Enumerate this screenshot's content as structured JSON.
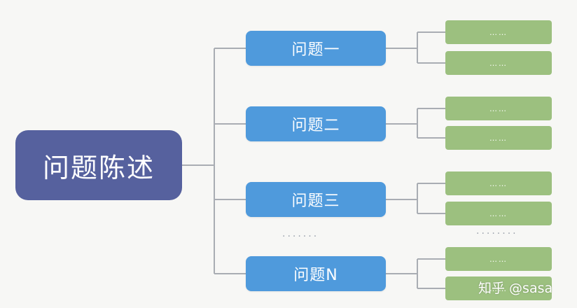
{
  "colors": {
    "root": "#56619e",
    "question": "#4f9adc",
    "leaf": "#9cc07f",
    "connector": "#a9adb3"
  },
  "diagram": {
    "root_label": "问题陈述",
    "questions": [
      {
        "label": "问题一",
        "details": [
          "……",
          "……"
        ]
      },
      {
        "label": "问题二",
        "details": [
          "……",
          "……"
        ]
      },
      {
        "label": "问题三",
        "details": [
          "……",
          "……"
        ]
      },
      {
        "label": "问题N",
        "details": [
          "……",
          "……"
        ]
      }
    ],
    "ellipsis_between_questions": "·······",
    "ellipsis_between_details": "········"
  },
  "watermark": "知乎 @sasa"
}
